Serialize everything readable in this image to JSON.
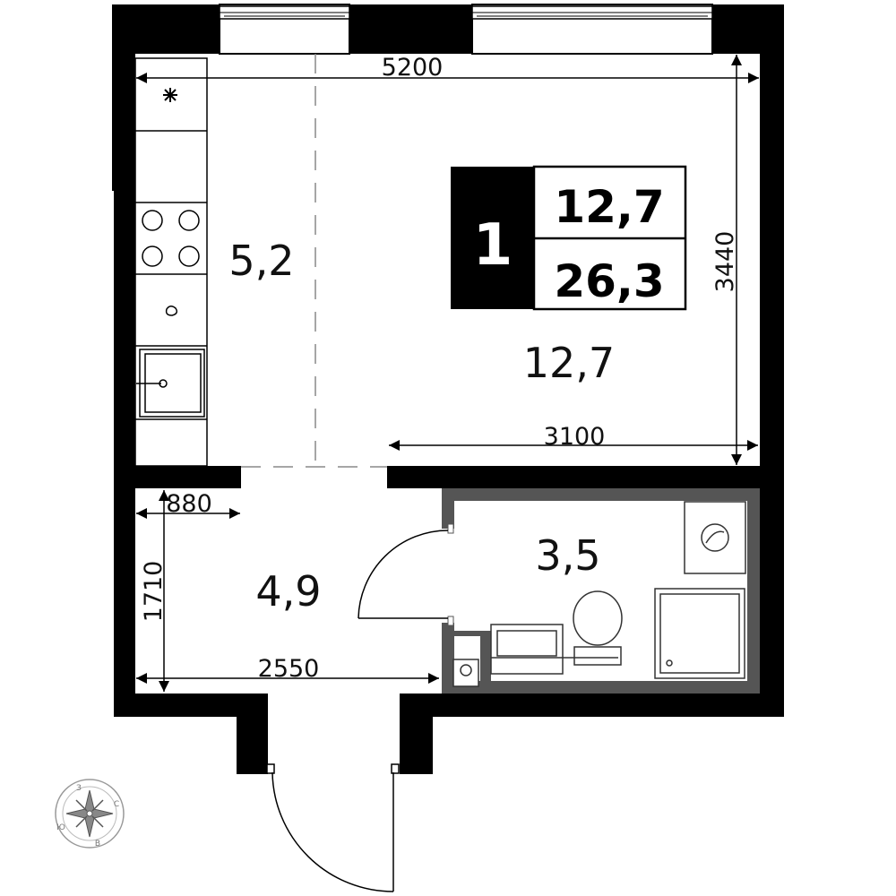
{
  "plan": {
    "rooms": [
      {
        "id": "kitchen",
        "area": "5,2"
      },
      {
        "id": "living",
        "area": "12,7"
      },
      {
        "id": "hall",
        "area": "4,9"
      },
      {
        "id": "bath",
        "area": "3,5"
      }
    ],
    "dimensions": {
      "top_width": "5200",
      "room_height": "3440",
      "room_width": "3100",
      "hall_small": "880",
      "hall_height": "1710",
      "hall_width": "2550"
    },
    "badge": {
      "rooms": "1",
      "living_area": "12,7",
      "total_area": "26,3"
    },
    "compass": {
      "north": "З",
      "east": "С",
      "south": "В",
      "west": "Ю"
    }
  },
  "colors": {
    "wall": "#000000",
    "bath_wall": "#555555",
    "fixture_stroke": "#333333",
    "dashed": "#888888"
  }
}
